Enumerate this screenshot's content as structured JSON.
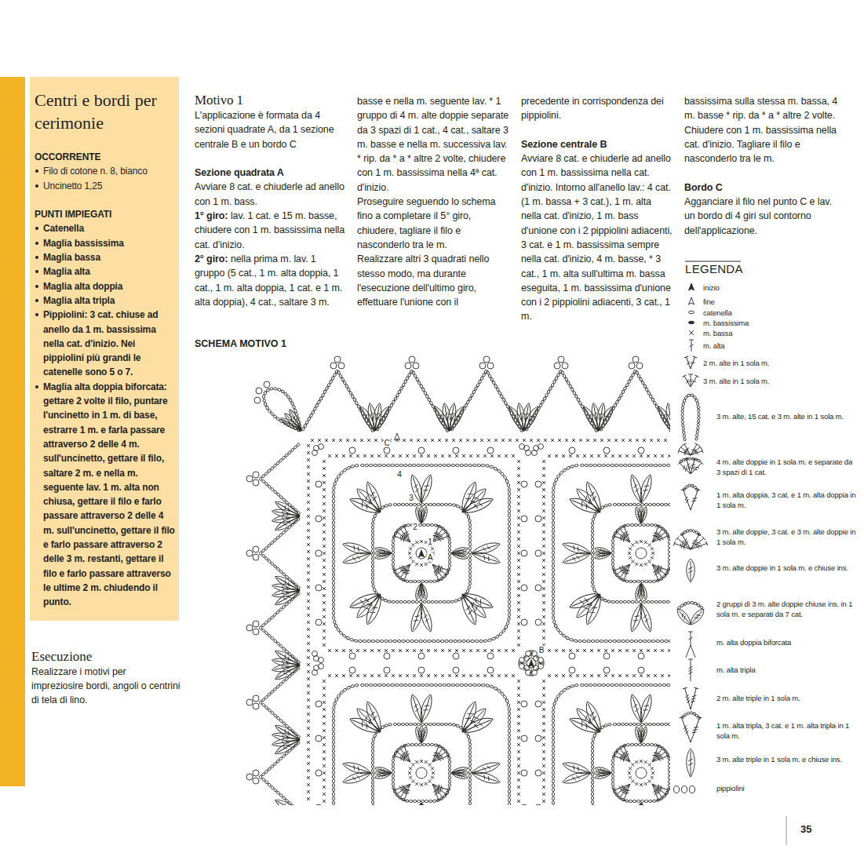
{
  "diagram": {
    "nodes": [
      {
        "text": [
          "Centri e bordi per cerimonie",
          "OCCORRENTE",
          "Filo di cotone n. 8, bianco",
          "Uncinetto 1,25",
          "PUNTI IMPIEGATI",
          "Catenella",
          "Maglia bassissima",
          "Maglia bassa",
          "Maglia alta",
          "Maglia alta doppia",
          "Maglia alta tripla",
          "Pippiolini: 3 cat. chiuse ad anello da 1 m. bassissima nella cat. d'inizio. Nei pippiolini più grandi le catenelle sono 5 o 7.",
          "Maglia alta doppia biforcata: gettare 2 volte il filo, puntare l'uncinetto in 1 m. di base, estrarre 1 m. e farla passare attraverso 2 delle 4 m. sull'uncinetto, gettare il filo, saltare 2 m. e nella m. seguente lav. 1 m. alta non chiusa, gettare il filo e farlo passare attraverso 2 delle 4 m. sull'uncinetto, gettare il filo e farlo passare attraverso 2 delle 3 m. restanti, gettare il filo e farlo passare attraverso le ultime 2 m. chiudendo il punto."
        ]
      }
    ],
    "labels": [
      "Motivo 1",
      "L'applicazione è formata da 4 sezioni quadrate A, da 1 sezione centrale B e un bordo C",
      "Sezione quadrata A",
      "Avviare 8 cat. e chiuderle ad anello con 1 m. bass.",
      "1° giro:",
      "lav. 1 cat. e 15 m. basse, chiudere con 1 m. bassissima nella cat. d'inizio.",
      "2° giro:",
      "nella prima m. lav. 1 gruppo (5 cat., 1 m. alta doppia, 1 cat., 1 m. alta doppia, 1 cat. e 1 m. alta doppia), 4 cat., saltare 3 m.",
      "basse e nella m. seguente lav. * 1 gruppo di 4 m. alte doppie separate da 3 spazi di 1 cat., 4 cat., saltare 3 m. basse e nella m. successiva lav. * rip. da * a * altre 2 volte, chiudere con 1 m. bassissima nella 4ª cat. d'inizio.",
      "Proseguire seguendo lo schema fino a completare il 5° giro, chiudere, tagliare il filo e nasconderlo tra le m.",
      "Realizzare altri 3 quadrati nello stesso modo, ma durante l'esecuzione dell'ultimo giro, effettuare l'unione con il",
      "precedente in corrispondenza dei pippiolini.",
      "Sezione centrale B",
      "Avviare 8 cat. e chiuderle ad anello con 1 m. bassissima nella cat. d'inizio. Intorno all'anello lav.: 4 cat. (1 m. bassa + 3 cat.), 1 m. alta nella cat. d'inizio, 1 m. bass d'unione con i 2 pippiolini adiacenti, 3 cat. e 1 m. bassissima sempre nella cat. d'inizio, 4 m. basse, * 3 cat., 1 m. alta sull'ultima m. bassa eseguita, 1 m. bassissima d'unione con i 2 pippiolini adiacenti, 3 cat., 1 m.",
      "bassissima sulla stessa m. bassa, 4 m. basse * rip. da * a * altre 2 volte. Chiudere con 1 m. bassissima nella cat. d'inizio. Tagliare il filo e nasconderlo tra le m.",
      "Bordo C",
      "Agganciare il filo nel punto C e lav. un bordo di 4 giri sul contorno dell'applicazione.",
      "SCHEMA MOTIVO 1",
      "LEGENDA",
      "Esecuzione",
      "Realizzare i motivi per impreziosire bordi, angoli o centrini di tela di lino.",
      "1",
      "2",
      "3",
      "4",
      "A",
      "B",
      "C",
      "35"
    ],
    "legend": [
      {
        "text": "inizio"
      },
      {
        "text": "fine"
      },
      {
        "text": "catenella"
      },
      {
        "text": "m. bassissima"
      },
      {
        "text": "m. bassa"
      },
      {
        "text": "m. alta"
      },
      {
        "text": "2 m. alte in 1 sola m."
      },
      {
        "text": "3 m. alte in 1 sola m."
      },
      {
        "text": "3 m. alte, 15 cat. e 3 m. alte in 1 sola m."
      },
      {
        "text": "4 m. alte doppie in 1 sola m. e separate da 3 spazi di 1 cat."
      },
      {
        "text": "1 m. alta doppia, 3 cat. e 1 m. alta doppia in 1 sola m."
      },
      {
        "text": "3 m. alte doppie, 3 cat. e 3 m. alte doppie in 1 sola m."
      },
      {
        "text": "3 m. alte doppie in 1 sola m. e chiuse ins."
      },
      {
        "text": "2 gruppi di 3 m. alte doppie chiuse ins. in 1 sola m. e separati da 7 cat."
      },
      {
        "text": "m. alta doppia biforcata"
      },
      {
        "text": "m. alta tripla"
      },
      {
        "text": "2 m. alte triple in 1 sola m."
      },
      {
        "text": "1 m. alta tripla, 3 cat. e 1 m. alta tripla in 1 sola m."
      },
      {
        "text": "3 m. alte triple in 1 sola m. e chiuse ins."
      },
      {
        "text": "pippiolini"
      }
    ]
  }
}
